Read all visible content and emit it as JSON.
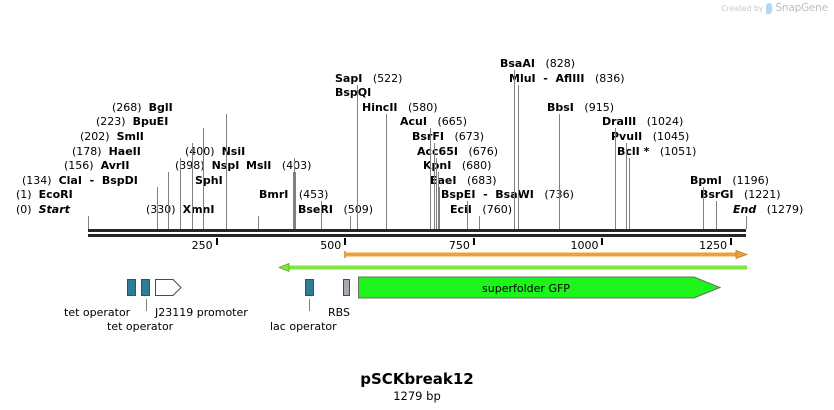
{
  "watermark": {
    "created_by": "Created by",
    "brand": "SnapGene"
  },
  "plasmid": {
    "name": "pSCKbreak12",
    "length_label": "1279 bp"
  },
  "ruler": {
    "ticks": [
      {
        "label": "250",
        "value": 250
      },
      {
        "label": "500",
        "value": 500
      },
      {
        "label": "750",
        "value": 750
      },
      {
        "label": "1000",
        "value": 1000
      },
      {
        "label": "1250",
        "value": 1250
      }
    ],
    "range": [
      0,
      1279
    ]
  },
  "sites": [
    {
      "name": "Start",
      "pos": "(0)",
      "value": 0,
      "italic": true,
      "pos_side": "left"
    },
    {
      "name": "EcoRI",
      "pos": "(1)",
      "value": 1,
      "italic": false,
      "pos_side": "left"
    },
    {
      "name": "ClaI  -  BspDI",
      "pos": "(134)",
      "value": 134,
      "italic": false,
      "pos_side": "left"
    },
    {
      "name": "AvrII",
      "pos": "(156)",
      "value": 156,
      "italic": false,
      "pos_side": "left"
    },
    {
      "name": "HaeII",
      "pos": "(178)",
      "value": 178,
      "italic": false,
      "pos_side": "left"
    },
    {
      "name": "SmlI",
      "pos": "(202)",
      "value": 202,
      "italic": false,
      "pos_side": "left"
    },
    {
      "name": "BpuEI",
      "pos": "(223)",
      "value": 223,
      "italic": false,
      "pos_side": "left"
    },
    {
      "name": "BglI",
      "pos": "(268)",
      "value": 268,
      "italic": false,
      "pos_side": "left"
    },
    {
      "name": "XmnI",
      "pos": "(330)",
      "value": 330,
      "italic": false,
      "pos_side": "left"
    },
    {
      "name": "SphI",
      "pos": "",
      "value": 398,
      "italic": false,
      "pos_side": "left"
    },
    {
      "name": "NspI",
      "pos": "(398)",
      "value": 398,
      "italic": false,
      "pos_side": "left"
    },
    {
      "name": "NsiI",
      "pos": "(400)",
      "value": 400,
      "italic": false,
      "pos_side": "left"
    },
    {
      "name": "MslI",
      "pos": "(403)",
      "value": 403,
      "italic": false,
      "pos_side": "right"
    },
    {
      "name": "BmrI",
      "pos": "(453)",
      "value": 453,
      "italic": false,
      "pos_side": "right"
    },
    {
      "name": "BseRI",
      "pos": "(509)",
      "value": 509,
      "italic": false,
      "pos_side": "right"
    },
    {
      "name": "BspQI",
      "pos": "",
      "value": 522,
      "italic": false,
      "pos_side": "right"
    },
    {
      "name": "SapI",
      "pos": "(522)",
      "value": 522,
      "italic": false,
      "pos_side": "right"
    },
    {
      "name": "HincII",
      "pos": "(580)",
      "value": 580,
      "italic": false,
      "pos_side": "right"
    },
    {
      "name": "AcuI",
      "pos": "(665)",
      "value": 665,
      "italic": false,
      "pos_side": "right"
    },
    {
      "name": "BsrFI",
      "pos": "(673)",
      "value": 673,
      "italic": false,
      "pos_side": "right"
    },
    {
      "name": "Acc65I",
      "pos": "(676)",
      "value": 676,
      "italic": false,
      "pos_side": "right"
    },
    {
      "name": "KpnI",
      "pos": "(680)",
      "value": 680,
      "italic": false,
      "pos_side": "right"
    },
    {
      "name": "EaeI",
      "pos": "(683)",
      "value": 683,
      "italic": false,
      "pos_side": "right"
    },
    {
      "name": "BspEI  -  BsaWI",
      "pos": "(736)",
      "value": 736,
      "italic": false,
      "pos_side": "right"
    },
    {
      "name": "EciI",
      "pos": "(760)",
      "value": 760,
      "italic": false,
      "pos_side": "right"
    },
    {
      "name": "BsaAI",
      "pos": "(828)",
      "value": 828,
      "italic": false,
      "pos_side": "right"
    },
    {
      "name": "MluI  -  AflIII",
      "pos": "(836)",
      "value": 836,
      "italic": false,
      "pos_side": "right"
    },
    {
      "name": "BbsI",
      "pos": "(915)",
      "value": 915,
      "italic": false,
      "pos_side": "right"
    },
    {
      "name": "DraIII",
      "pos": "(1024)",
      "value": 1024,
      "italic": false,
      "pos_side": "right"
    },
    {
      "name": "PvuII",
      "pos": "(1045)",
      "value": 1045,
      "italic": false,
      "pos_side": "right"
    },
    {
      "name": "BclI *",
      "pos": "(1051)",
      "value": 1051,
      "italic": false,
      "pos_side": "right"
    },
    {
      "name": "BpmI",
      "pos": "(1196)",
      "value": 1196,
      "italic": false,
      "pos_side": "right"
    },
    {
      "name": "BsrGI",
      "pos": "(1221)",
      "value": 1221,
      "italic": false,
      "pos_side": "right"
    },
    {
      "name": "End",
      "pos": "(1279)",
      "value": 1279,
      "italic": true,
      "pos_side": "right"
    }
  ],
  "features": {
    "tet_operator_1": "tet operator",
    "tet_operator_2": "tet operator",
    "j23119_promoter": "J23119 promoter",
    "lac_operator": "lac operator",
    "rbs": "RBS",
    "sfgfp": "superfolder GFP"
  },
  "colors": {
    "teal": "#2E7D96",
    "gray_feature": "#A4AAB3",
    "gfp_green": "#1CF41C",
    "light_green": "#7FE53F",
    "orange": "#E8A33D",
    "backbone": "#262626",
    "leader": "#808080",
    "watermark": "#c9c9c9"
  }
}
